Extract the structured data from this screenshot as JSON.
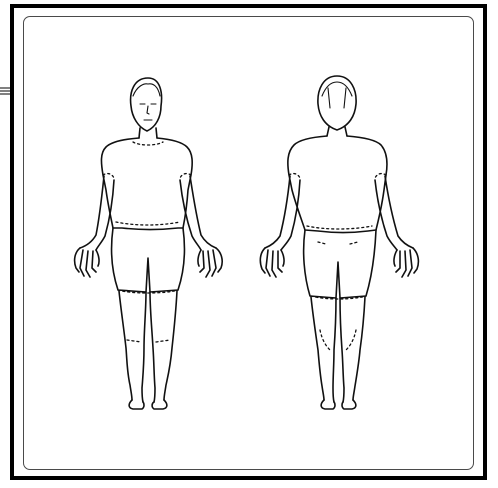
{
  "diagram": {
    "figures": [
      {
        "view": "front",
        "icon": "human-body-front-outline"
      },
      {
        "view": "back",
        "icon": "human-body-back-outline"
      }
    ],
    "colors": {
      "ink": "#111111",
      "frame": "#000000",
      "panel_border": "#4a4a4a",
      "background": "#ffffff"
    }
  }
}
